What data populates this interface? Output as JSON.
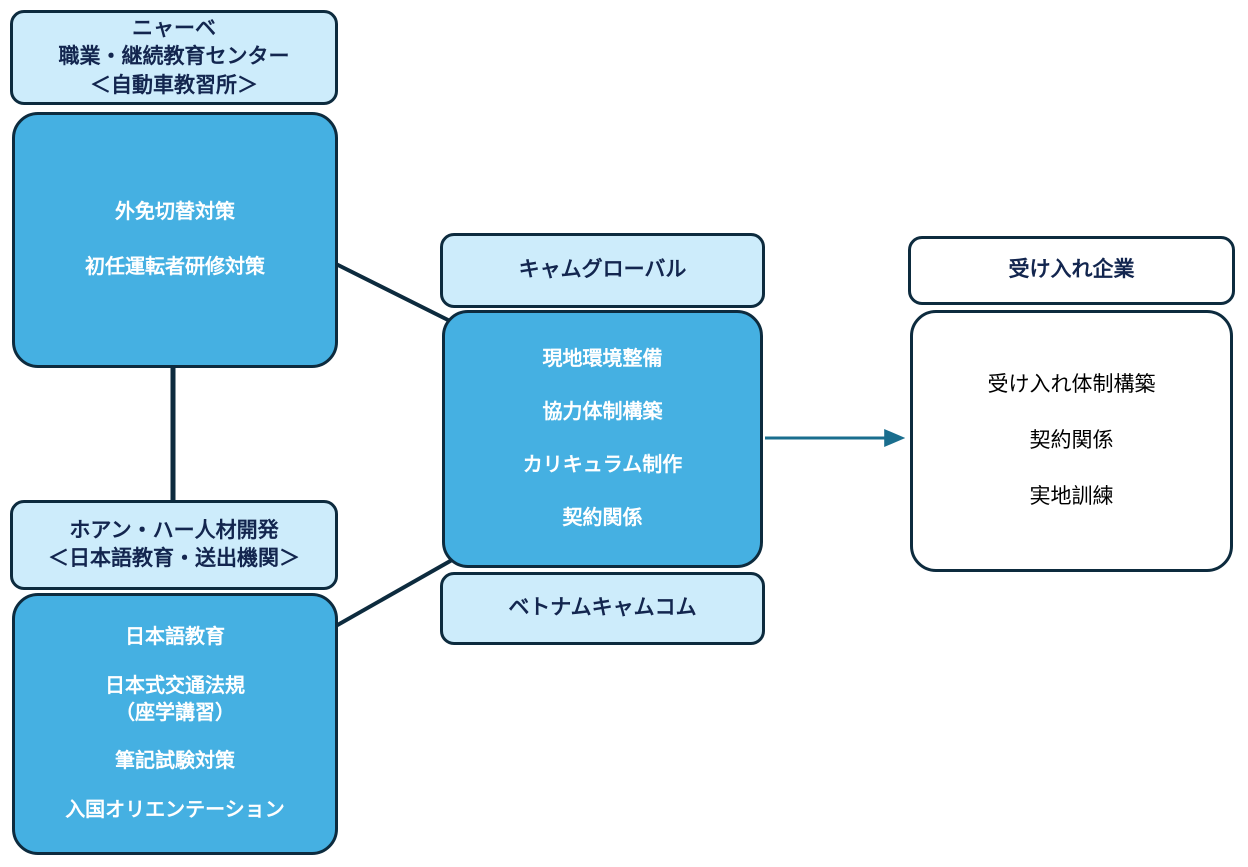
{
  "diagram": {
    "title": "",
    "colors": {
      "light_card_fill": "#cdecfb",
      "blue_card_fill": "#45b0e2",
      "white_card_fill": "#ffffff",
      "border": "#0d2b3e",
      "header_text": "#13264f",
      "blue_card_text": "#ffffff",
      "body_text": "#000000",
      "arrow": "#1a6e8e"
    },
    "columns": [
      {
        "id": "left",
        "groups": [
          {
            "id": "nhat-be",
            "header": {
              "lines": [
                "ニャーベ",
                "職業・継続教育センター",
                "＜自動車教習所＞"
              ]
            },
            "body": {
              "items": [
                "外免切替対策",
                "初任運転者研修対策"
              ]
            }
          },
          {
            "id": "hoang-ha",
            "header": {
              "lines": [
                "ホアン・ハー人材開発",
                "＜日本語教育・送出機関＞"
              ]
            },
            "body": {
              "items": [
                "日本語教育",
                "日本式交通法規\n（座学講習）",
                "筆記試験対策",
                "入国オリエンテーション"
              ],
              "items_split": [
                [
                  "日本語教育"
                ],
                [
                  "日本式交通法規",
                  "（座学講習）"
                ],
                [
                  "筆記試験対策"
                ],
                [
                  "入国オリエンテーション"
                ]
              ]
            }
          }
        ]
      },
      {
        "id": "center",
        "groups": [
          {
            "id": "cam-global",
            "header": {
              "lines": [
                "キャムグローバル"
              ]
            },
            "body": {
              "items": [
                "現地環境整備",
                "協力体制構築",
                "カリキュラム制作",
                "契約関係"
              ]
            },
            "footer": {
              "lines": [
                "ベトナムキャムコム"
              ]
            }
          }
        ]
      },
      {
        "id": "right",
        "groups": [
          {
            "id": "host-company",
            "header": {
              "lines": [
                "受け入れ企業"
              ]
            },
            "body": {
              "items": [
                "受け入れ体制構築",
                "契約関係",
                "実地訓練"
              ]
            }
          }
        ]
      }
    ],
    "connections": [
      {
        "id": "nhatbe-to-camglobal",
        "from": "nhat-be-body",
        "to": "cam-global-body",
        "style": "plain-line"
      },
      {
        "id": "nhatbe-to-hoangha",
        "from": "nhat-be-body",
        "to": "hoang-ha-header",
        "style": "plain-line"
      },
      {
        "id": "hoangha-to-camglobal",
        "from": "hoang-ha-body",
        "to": "cam-global-body",
        "style": "plain-line"
      },
      {
        "id": "camglobal-to-host",
        "from": "cam-global-body",
        "to": "host-company-body",
        "style": "arrow"
      }
    ]
  }
}
